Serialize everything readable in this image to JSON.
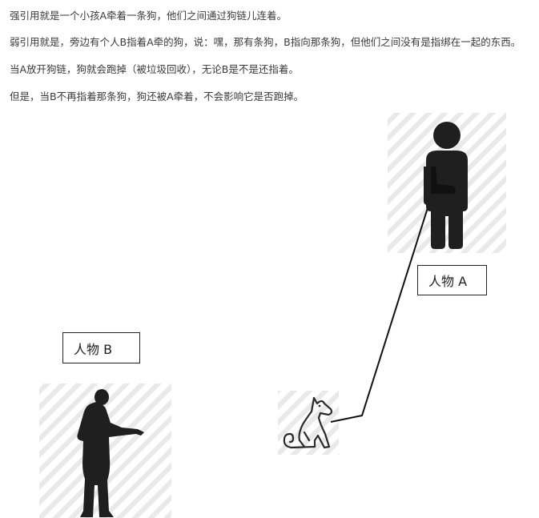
{
  "paragraphs": {
    "p1": "强引用就是一个小孩A牵着一条狗，他们之间通过狗链儿连着。",
    "p2": "弱引用就是，旁边有个人B指着A牵的狗，说：嘿，那有条狗，B指向那条狗，但他们之间没有是指绑在一起的东西。",
    "p3": "当A放开狗链，狗就会跑掉（被垃圾回收），无论B是不是还指着。",
    "p4": "但是，当B不再指着那条狗，狗还被A牵着，不会影响它是否跑掉。"
  },
  "figure": {
    "label_a": "人物 A",
    "label_b": "人物 B",
    "icons": [
      "person-standing-icon",
      "person-pointing-icon",
      "dog-icon"
    ],
    "colors": {
      "hatch": "#e8e8e8",
      "figure_fill": "#1f1f1f",
      "leash": "#111111"
    }
  }
}
